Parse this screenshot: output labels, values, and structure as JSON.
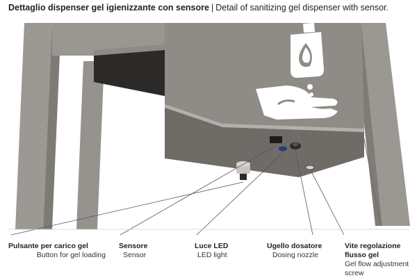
{
  "title": {
    "italian": "Dettaglio dispenser gel igienizzante con sensore",
    "separator": "|",
    "english": "Detail of sanitizing gel dispenser with sensor."
  },
  "callouts": [
    {
      "italian": "Pulsante per carico gel",
      "english": "Button for gel loading"
    },
    {
      "italian": "Sensore",
      "english": "Sensor"
    },
    {
      "italian": "Luce LED",
      "english": "LED light"
    },
    {
      "italian": "Ugello dosatore",
      "english": "Dosing nozzle"
    },
    {
      "italian": "Vite regolazione flusso gel",
      "english": "Gel flow adjustment screw"
    }
  ],
  "icons": [
    "gel-bottle-icon",
    "hand-icon"
  ],
  "colors": {
    "steel": "#8f8b86",
    "steel_dark": "#6f6b67",
    "steel_light": "#a9a6a1",
    "shadow": "#2b2a28",
    "icon": "#ffffff"
  }
}
